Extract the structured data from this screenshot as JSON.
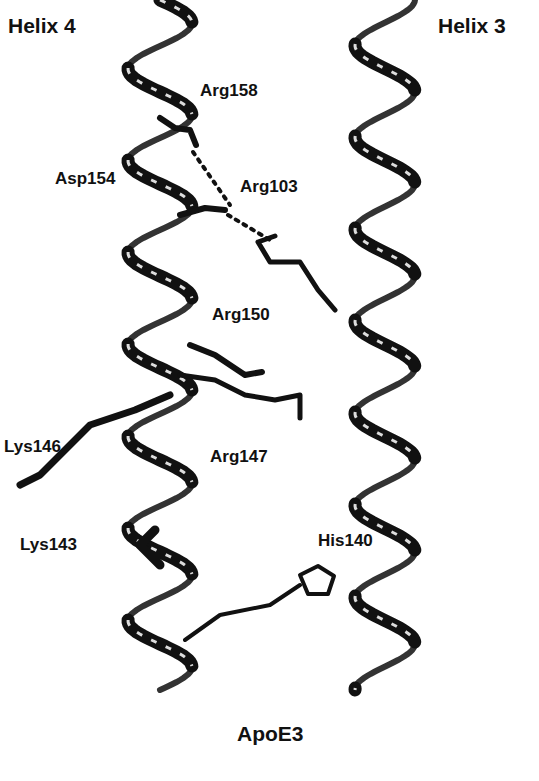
{
  "diagram": {
    "caption": "ApoE3",
    "labels": [
      "Helix 4",
      "Helix 3",
      "Arg158",
      "Asp154",
      "Arg103",
      "Arg150",
      "Lys146",
      "Arg147",
      "Lys143",
      "His140"
    ]
  }
}
